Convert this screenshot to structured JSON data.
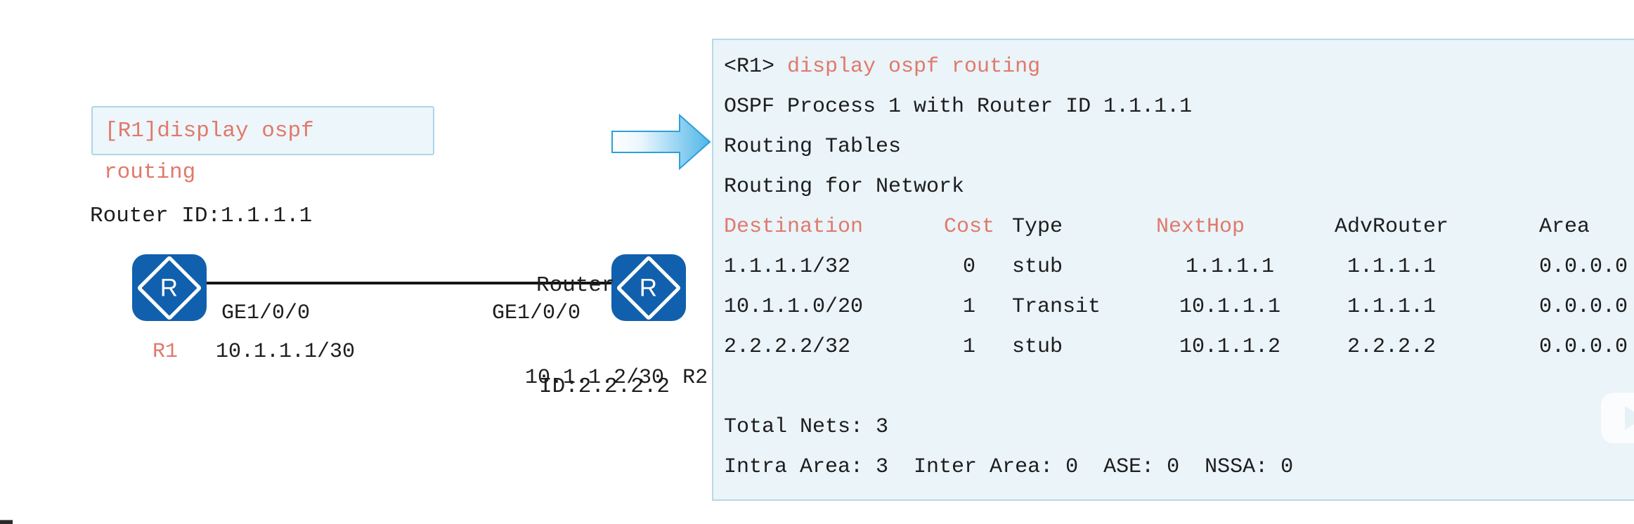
{
  "colors": {
    "accent_red": "#e0796b",
    "router_blue": "#1160ad",
    "panel_bg": "#eaf4f9",
    "panel_border": "#b5d9e8",
    "arrow_blue": "#50b6e8"
  },
  "diagram": {
    "callout": {
      "line1": "[R1]display ospf",
      "line2": "routing"
    },
    "r1": {
      "router_id": "Router ID:1.1.1.1",
      "icon_letter": "R",
      "interface": "GE1/0/0",
      "name": "R1",
      "ip": "10.1.1.1/30"
    },
    "r2": {
      "router_id_line1": "Router",
      "router_id_line2": "ID:2.2.2.2",
      "icon_letter": "R",
      "interface": "GE1/0/0",
      "name": "R2",
      "ip": "10.1.1.2/30"
    }
  },
  "terminal": {
    "prompt": "<R1>",
    "command": "display ospf routing",
    "process_line": "OSPF Process 1 with Router ID 1.1.1.1",
    "routing_tables_line": "Routing Tables",
    "routing_for_network_line": "Routing for Network",
    "table": {
      "headers": [
        "Destination",
        "Cost",
        "Type",
        "NextHop",
        "AdvRouter",
        "Area"
      ],
      "rows": [
        [
          "1.1.1.1/32",
          "0",
          "stub",
          "1.1.1.1",
          "1.1.1.1",
          "0.0.0.0"
        ],
        [
          "10.1.1.0/20",
          "1",
          "Transit",
          "10.1.1.1",
          "1.1.1.1",
          "0.0.0.0"
        ],
        [
          "2.2.2.2/32",
          "1",
          "stub",
          "10.1.1.2",
          "2.2.2.2",
          "0.0.0.0"
        ]
      ]
    },
    "total_nets_line": "Total Nets: 3",
    "area_summary_line": "Intra Area: 3  Inter Area: 0  ASE: 0  NSSA: 0"
  }
}
